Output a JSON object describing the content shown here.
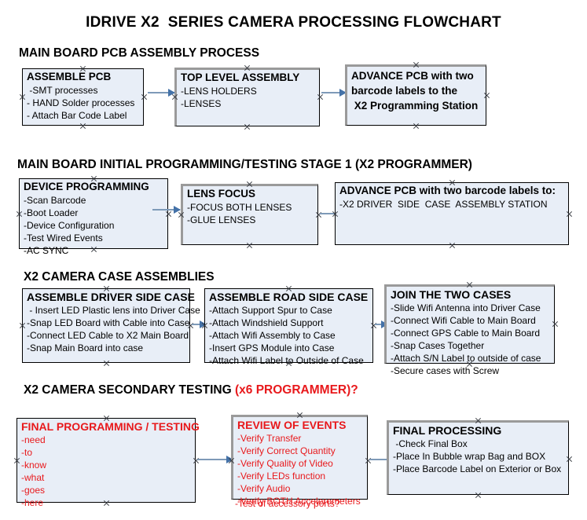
{
  "title": "IDRIVE X2  SERIES CAMERA PROCESSING FLOWCHART",
  "colors": {
    "box_fill": "#e8eef7",
    "box_border": "#000000",
    "box_shadow_border": "#9a9a9a",
    "arrow": "#7e9ab8",
    "arrow_head": "#4472a8",
    "text": "#000000",
    "red_text": "#e8191c"
  },
  "sections": [
    {
      "heading": "MAIN BOARD PCB ASSEMBLY PROCESS",
      "heading_red": "",
      "boxes": [
        {
          "head": "ASSEMBLE PCB",
          "lines": [
            " -SMT processes",
            "- HAND Solder processes",
            "- Attach Bar Code Label"
          ]
        },
        {
          "head": "TOP LEVEL ASSEMBLY",
          "lines": [
            "-LENS HOLDERS",
            "-LENSES"
          ]
        },
        {
          "head": "",
          "wrapped": [
            "ADVANCE PCB with two",
            "barcode labels to the",
            " X2 Programming Station"
          ],
          "lines": []
        }
      ]
    },
    {
      "heading": "MAIN BOARD INITIAL PROGRAMMING/TESTING STAGE 1 (X2 PROGRAMMER)",
      "heading_red": "",
      "boxes": [
        {
          "head": "DEVICE PROGRAMMING",
          "lines": [
            "-Scan Barcode",
            "-Boot Loader",
            "-Device Configuration",
            "-Test Wired Events",
            "-AC SYNC"
          ]
        },
        {
          "head": "LENS FOCUS",
          "lines": [
            "-FOCUS BOTH LENSES",
            "-GLUE LENSES"
          ]
        },
        {
          "head": "ADVANCE PCB with two barcode labels to:",
          "lines": [
            "-X2 DRIVER  SIDE  CASE  ASSEMBLY STATION"
          ]
        }
      ]
    },
    {
      "heading": "X2 CAMERA CASE ASSEMBLIES",
      "heading_red": "",
      "boxes": [
        {
          "head": "ASSEMBLE DRIVER SIDE CASE",
          "lines": [
            " - Insert LED Plastic lens into Driver Case",
            "-Snap LED Board with Cable into Case",
            "-Connect LED Cable to X2 Main Board",
            "-Snap Main Board into case"
          ]
        },
        {
          "head": "ASSEMBLE ROAD SIDE CASE",
          "lines": [
            "-Attach Support Spur to Case",
            "-Attach Windshield Support",
            "-Attach Wifi Assembly to Case",
            "-Insert GPS Module into Case",
            "-Attach Wifi Label to Outside of Case"
          ]
        },
        {
          "head": "JOIN THE TWO CASES",
          "lines": [
            "-Slide Wifi Antenna into Driver Case",
            "-Connect Wifi Cable to Main Board",
            "-Connect GPS Cable to Main Board",
            "-Snap Cases Together",
            "-Attach S/N Label to outside of case",
            "-Secure cases with Screw"
          ]
        }
      ]
    },
    {
      "heading": "X2 CAMERA SECONDARY TESTING ",
      "heading_red": "(x6 PROGRAMMER)?",
      "boxes": [
        {
          "head": "FINAL PROGRAMMING / TESTING",
          "lines": [
            "-need",
            "-to",
            "-know",
            "-what",
            "-goes",
            "-here"
          ]
        },
        {
          "head": "REVIEW OF EVENTS",
          "lines": [
            "-Verify Transfer",
            "-Verify Correct Quantity",
            "-Verify Quality of Video",
            "-Verify LEDs function",
            "-Verify Audio",
            "-Verify BOTH Accelerometers"
          ],
          "overflow": "-Test of accessory ports?"
        },
        {
          "head": "FINAL PROCESSING",
          "lines": [
            " -Check Final Box",
            "-Place In Bubble wrap Bag and BOX",
            "-Place Barcode Label on Exterior or Box"
          ]
        }
      ]
    }
  ]
}
